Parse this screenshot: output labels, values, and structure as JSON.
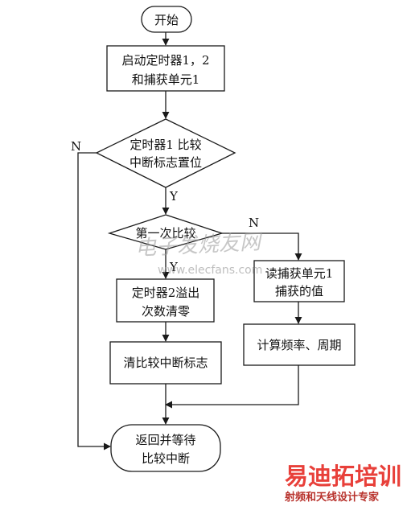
{
  "flowchart": {
    "start": "开始",
    "step_start_timers": [
      "启动定时器1，2",
      "和捕获单元1"
    ],
    "decision_compare": [
      "定时器1 比较",
      "中断标志置位"
    ],
    "decision_first": "第一次比较",
    "step_clear_overflow": [
      "定时器2溢出",
      "次数清零"
    ],
    "step_read_capture": [
      "读捕获单元1",
      "捕获的值"
    ],
    "step_calc": "计算频率、周期",
    "step_clear_flag": "清比较中断标志",
    "end": [
      "返回并等待",
      "比较中断"
    ],
    "labels": {
      "yes": "Y",
      "no": "N"
    }
  },
  "watermarks": {
    "site_cn": "电子发烧友网",
    "site_url": "www.elecfans.com",
    "brand_cn": "易迪拓培训",
    "brand_sub": "射频和天线设计专家"
  },
  "colors": {
    "line": "#1a1a1a",
    "brand": "#e8403a",
    "brand_sub": "#b8322c"
  }
}
